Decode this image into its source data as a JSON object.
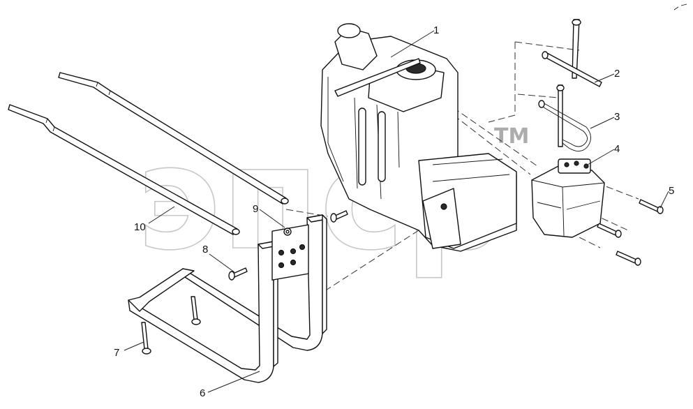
{
  "watermark": {
    "text": "эпср",
    "tm": "TM"
  },
  "callouts": [
    {
      "id": "1",
      "label": "1"
    },
    {
      "id": "2",
      "label": "2"
    },
    {
      "id": "3",
      "label": "3"
    },
    {
      "id": "4",
      "label": "4"
    },
    {
      "id": "5",
      "label": "5"
    },
    {
      "id": "6",
      "label": "6"
    },
    {
      "id": "7",
      "label": "7"
    },
    {
      "id": "8",
      "label": "8"
    },
    {
      "id": "9",
      "label": "9"
    },
    {
      "id": "10",
      "label": "10"
    }
  ]
}
